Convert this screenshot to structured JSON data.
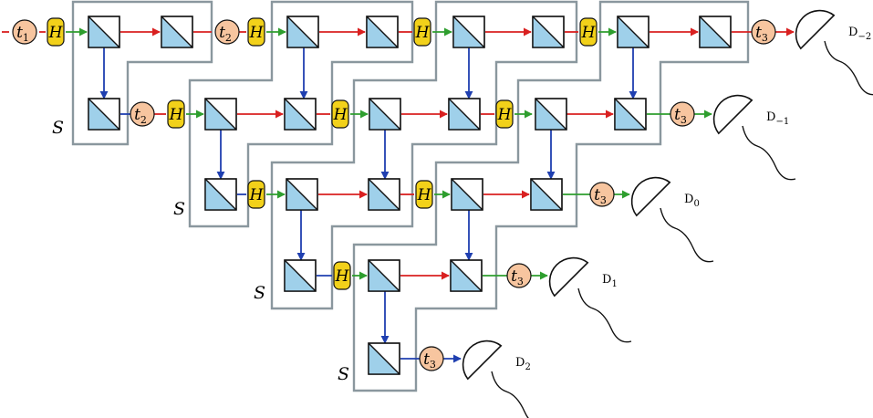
{
  "labels": {
    "time_prefix": "t",
    "time_subs": [
      "1",
      "2",
      "3"
    ],
    "hadamard": "H",
    "section": "S",
    "detector_prefix": "D",
    "detector_subs": [
      "−2",
      "−1",
      "0",
      "1",
      "2"
    ]
  },
  "colors": {
    "red_path": "#d92020",
    "green_path": "#2e9e2e",
    "blue_path": "#1f3fb0",
    "splitter_fill": "#9fd0ea",
    "hadamard_fill": "#f2d11a",
    "time_fill": "#f7c59f",
    "section_outline": "#8a979e"
  },
  "icons": [
    "beam-splitter-icon",
    "hadamard-gate-icon",
    "time-step-icon",
    "detector-icon"
  ]
}
